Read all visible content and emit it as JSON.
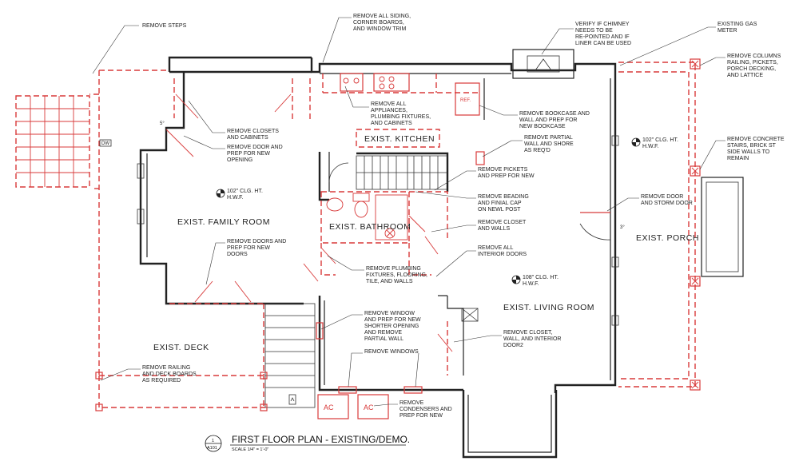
{
  "rooms": {
    "family_room": "EXIST. FAMILY ROOM",
    "kitchen": "EXIST. KITCHEN",
    "bathroom": "EXIST. BATHROOM",
    "porch": "EXIST. PORCH",
    "living_room": "EXIST. LIVING ROOM",
    "deck": "EXIST. DECK"
  },
  "ceiling_marks": [
    {
      "height": "102\" CLG. HT.",
      "sub": "H.W.F."
    },
    {
      "height": "102\" CLG. HT.",
      "sub": "H.W.F."
    },
    {
      "height": "108\" CLG. HT.",
      "sub": "H.W.F."
    }
  ],
  "notes": [
    [
      "REMOVE STEPS"
    ],
    [
      "REMOVE ALL SIDING,",
      "CORNER BOARDS,",
      "AND WINDOW TRIM"
    ],
    [
      "VERIFY IF CHIMNEY",
      "NEEDS TO BE",
      "RE-POINTED AND IF",
      "LINER CAN BE USED"
    ],
    [
      "EXISTING GAS",
      "METER"
    ],
    [
      "REMOVE COLUMNS",
      "RAILING, PICKETS,",
      "PORCH DECKING,",
      "AND LATTICE"
    ],
    [
      "REMOVE ALL",
      "APPLIANCES,",
      "PLUMBING FIXTURES,",
      "AND CABINETS"
    ],
    [
      "REMOVE BOOKCASE AND",
      "WALL AND PREP FOR",
      "NEW BOOKCASE"
    ],
    [
      "REMOVE CLOSETS",
      "AND CABINETS"
    ],
    [
      "REMOVE DOOR AND",
      "PREP FOR NEW",
      "OPENING"
    ],
    [
      "REMOVE PARTIAL",
      "WALL AND SHORE",
      "AS REQ'D"
    ],
    [
      "REMOVE CONCRETE",
      "STAIRS, BRICK ST",
      "SIDE WALLS TO",
      "REMAIN"
    ],
    [
      "REMOVE PICKETS",
      "AND PREP FOR NEW"
    ],
    [
      "REMOVE BEADING",
      "AND FINIAL CAP",
      "ON NEWL POST"
    ],
    [
      "REMOVE DOOR",
      "AND STORM DOOR"
    ],
    [
      "REMOVE CLOSET",
      "AND WALLS"
    ],
    [
      "REMOVE DOORS AND",
      "PREP FOR NEW",
      "DOORS"
    ],
    [
      "REMOVE ALL",
      "INTERIOR DOORS"
    ],
    [
      "REMOVE PLUMBING",
      "FIXTURES, FLOORING,",
      "TILE, AND WALLS"
    ],
    [
      "REMOVE WINDOW",
      "AND PREP FOR NEW",
      "SHORTER OPENING",
      "AND REMOVE",
      "PARTIAL WALL"
    ],
    [
      "REMOVE CLOSET,",
      "WALL, AND INTERIOR",
      "DOOR2"
    ],
    [
      "REMOVE WINDOWS"
    ],
    [
      "REMOVE RAILING",
      "AND DECK BOARDS",
      "AS REQUIRED"
    ],
    [
      "REMOVE",
      "CONDENSERS AND",
      "PREP FOR NEW"
    ]
  ],
  "marks": {
    "ac1": "AC",
    "ac2": "AC",
    "ref": "REF.",
    "dw": "DW",
    "angle_1": "5°",
    "angle_2": "3°"
  },
  "title_block": {
    "number": "1",
    "sheet": "A101",
    "title": "FIRST FLOOR PLAN - EXISTING/DEMO.",
    "scale": "SCALE 1/4\" = 1'-0\""
  },
  "colors": {
    "demolition": "#d83a3a",
    "existing": "#222222"
  }
}
